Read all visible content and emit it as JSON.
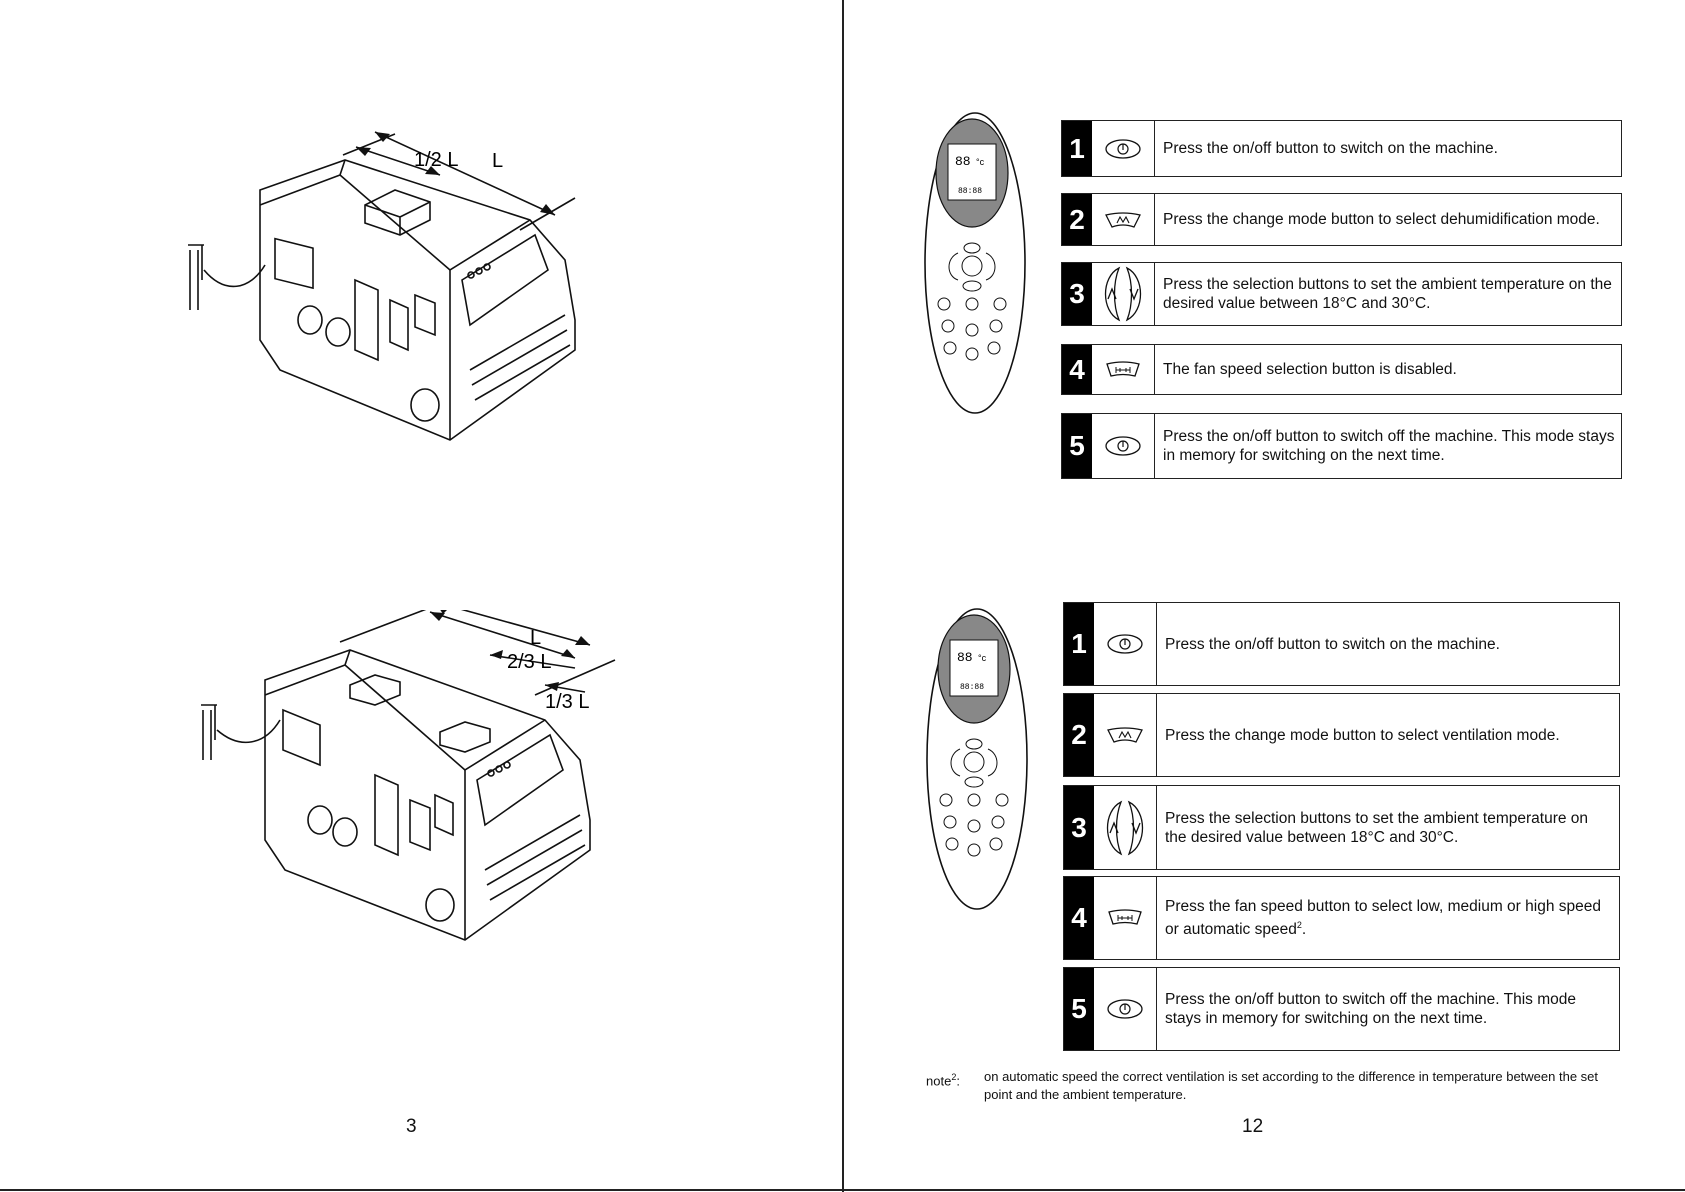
{
  "left_page": {
    "diagram_top": {
      "labels": {
        "half": "1/2 L",
        "full": "L"
      }
    },
    "diagram_bottom": {
      "labels": {
        "full": "L",
        "two_thirds": "2/3 L",
        "one_third": "1/3 L"
      }
    },
    "page_number": "3"
  },
  "right_page": {
    "panel_top": {
      "steps": [
        {
          "number": "1",
          "icon": "power-icon",
          "text": "Press the on/off button to switch on the machine."
        },
        {
          "number": "2",
          "icon": "mode-icon",
          "text": "Press the change mode button to select dehumidification mode."
        },
        {
          "number": "3",
          "icon": "up-down-arrows-icon",
          "text": "Press the selection buttons to set the ambient temperature on the  desired value between 18°C and  30°C."
        },
        {
          "number": "4",
          "icon": "fan-speed-icon",
          "text": "The fan speed selection button is disabled."
        },
        {
          "number": "5",
          "icon": "power-icon",
          "text": "Press the on/off button to switch off the machine. This mode stays in memory for switching on the next  time."
        }
      ]
    },
    "panel_bottom": {
      "steps": [
        {
          "number": "1",
          "icon": "power-icon",
          "text": "Press the on/off button to switch on the machine."
        },
        {
          "number": "2",
          "icon": "mode-icon",
          "text": "Press the change mode button to  select ventilation mode."
        },
        {
          "number": "3",
          "icon": "up-down-arrows-icon",
          "text": "Press the selection buttons to set the ambient temperature on the desired value between 18°C and  30°C."
        },
        {
          "number": "4",
          "icon": "fan-speed-icon",
          "text": "Press the fan speed button to select low, medium or high speed or automatic speed",
          "sup": "2",
          "suffix": "."
        },
        {
          "number": "5",
          "icon": "power-icon",
          "text": "Press the on/off button to switch off the machine. This mode stays in  memory for switching on the next time."
        }
      ]
    },
    "remote": {
      "display_temp": "88",
      "unit": "°c",
      "clock": "88:88"
    },
    "note": {
      "label": "note",
      "label_sup": "2",
      "label_suffix": ":",
      "text": "on automatic speed the correct ventilation is set according to the difference in temperature between the set point and the ambient temperature."
    },
    "page_number": "12"
  }
}
